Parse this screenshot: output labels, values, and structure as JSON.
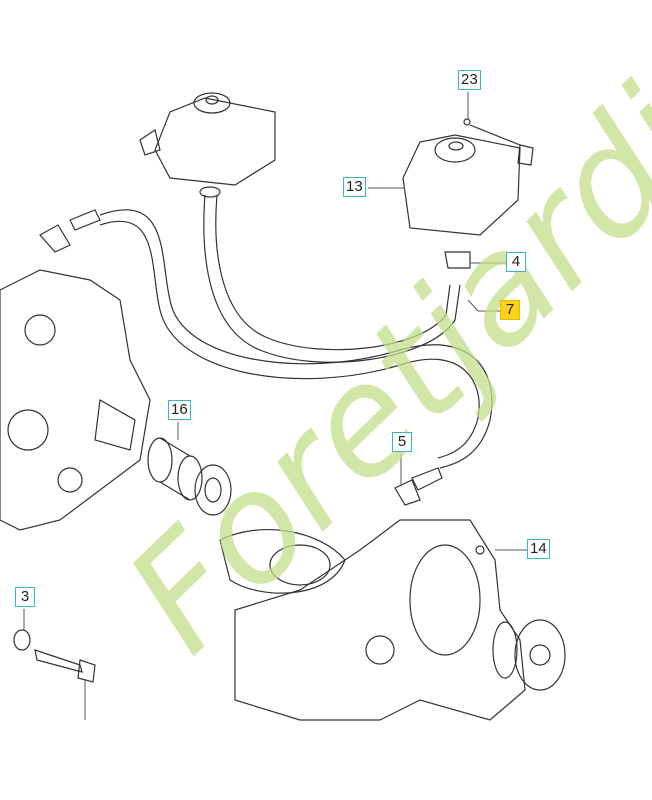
{
  "watermark": "Foretjardin.com",
  "callouts": {
    "c23": "23",
    "c13": "13",
    "c4": "4",
    "c7": "7",
    "c16": "16",
    "c5": "5",
    "c14": "14",
    "c3": "3"
  },
  "colors": {
    "callout_border": "#3cb4c8",
    "highlight": "#ffd21a",
    "watermark": "#c4de8a"
  }
}
